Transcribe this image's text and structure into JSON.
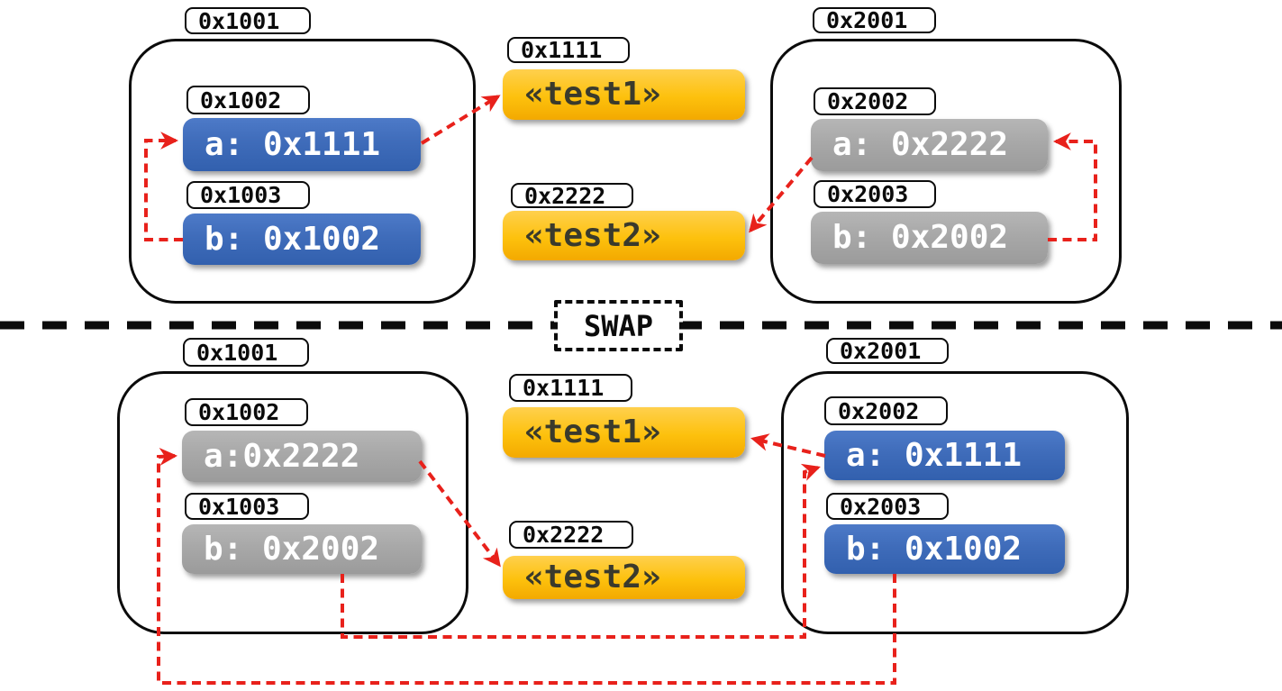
{
  "swap_label": "SWAP",
  "colors": {
    "pointer_blue": "#3f6cba",
    "pointer_gray": "#a8a8a8",
    "string_yellow": "#fdc10d",
    "arrow_red": "#e8211b",
    "outline_black": "#0b0b0b"
  },
  "before": {
    "left": {
      "addr": "0x1001",
      "slots": [
        {
          "addr": "0x1002",
          "value": "a: 0x1111"
        },
        {
          "addr": "0x1003",
          "value": "b: 0x1002"
        }
      ]
    },
    "heap": [
      {
        "addr": "0x1111",
        "value": "«test1»"
      },
      {
        "addr": "0x2222",
        "value": "«test2»"
      }
    ],
    "right": {
      "addr": "0x2001",
      "slots": [
        {
          "addr": "0x2002",
          "value": "a: 0x2222"
        },
        {
          "addr": "0x2003",
          "value": "b: 0x2002"
        }
      ]
    }
  },
  "after": {
    "left": {
      "addr": "0x1001",
      "slots": [
        {
          "addr": "0x1002",
          "value": "a:0x2222"
        },
        {
          "addr": "0x1003",
          "value": "b: 0x2002"
        }
      ]
    },
    "heap": [
      {
        "addr": "0x1111",
        "value": "«test1»"
      },
      {
        "addr": "0x2222",
        "value": "«test2»"
      }
    ],
    "right": {
      "addr": "0x2001",
      "slots": [
        {
          "addr": "0x2002",
          "value": "a: 0x1111"
        },
        {
          "addr": "0x2003",
          "value": "b: 0x1002"
        }
      ]
    }
  },
  "arrows": [
    {
      "from": "before.left.b",
      "to": "before.left.a"
    },
    {
      "from": "before.left.a",
      "to": "before.heap.test1"
    },
    {
      "from": "before.right.a",
      "to": "before.heap.test2"
    },
    {
      "from": "before.right.b",
      "to": "before.right.a"
    },
    {
      "from": "after.left.a",
      "to": "after.heap.test2"
    },
    {
      "from": "after.right.a",
      "to": "after.heap.test1"
    },
    {
      "from": "after.left.b",
      "to": "after.right.a"
    },
    {
      "from": "after.right.b",
      "to": "after.left.a"
    }
  ]
}
